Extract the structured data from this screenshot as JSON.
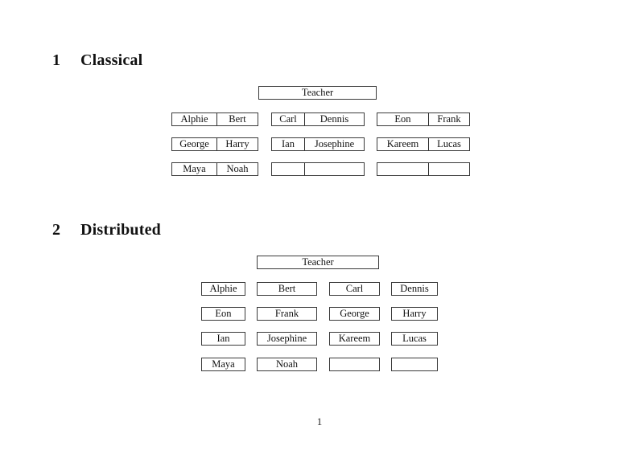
{
  "document": {
    "page_number": "1",
    "sections": [
      {
        "number": "1",
        "title": "Classical",
        "teacher_label": "Teacher",
        "grid": {
          "rows": [
            {
              "boxes": [
                {
                  "cells": [
                    "Alphie",
                    "Bert"
                  ]
                },
                {
                  "cells": [
                    "Carl",
                    "Dennis"
                  ]
                },
                {
                  "cells": [
                    "Eon",
                    "Frank"
                  ]
                }
              ]
            },
            {
              "boxes": [
                {
                  "cells": [
                    "George",
                    "Harry"
                  ]
                },
                {
                  "cells": [
                    "Ian",
                    "Josephine"
                  ]
                },
                {
                  "cells": [
                    "Kareem",
                    "Lucas"
                  ]
                }
              ]
            },
            {
              "boxes": [
                {
                  "cells": [
                    "Maya",
                    "Noah"
                  ]
                },
                {
                  "cells": [
                    "",
                    ""
                  ]
                },
                {
                  "cells": [
                    "",
                    ""
                  ]
                }
              ]
            }
          ]
        }
      },
      {
        "number": "2",
        "title": "Distributed",
        "teacher_label": "Teacher",
        "grid": {
          "rows": [
            {
              "boxes": [
                {
                  "cells": [
                    "Alphie"
                  ]
                },
                {
                  "cells": [
                    "Bert"
                  ]
                },
                {
                  "cells": [
                    "Carl"
                  ]
                },
                {
                  "cells": [
                    "Dennis"
                  ]
                }
              ]
            },
            {
              "boxes": [
                {
                  "cells": [
                    "Eon"
                  ]
                },
                {
                  "cells": [
                    "Frank"
                  ]
                },
                {
                  "cells": [
                    "George"
                  ]
                },
                {
                  "cells": [
                    "Harry"
                  ]
                }
              ]
            },
            {
              "boxes": [
                {
                  "cells": [
                    "Ian"
                  ]
                },
                {
                  "cells": [
                    "Josephine"
                  ]
                },
                {
                  "cells": [
                    "Kareem"
                  ]
                },
                {
                  "cells": [
                    "Lucas"
                  ]
                }
              ]
            },
            {
              "boxes": [
                {
                  "cells": [
                    "Maya"
                  ]
                },
                {
                  "cells": [
                    "Noah"
                  ]
                },
                {
                  "cells": [
                    ""
                  ]
                },
                {
                  "cells": [
                    ""
                  ]
                }
              ]
            }
          ]
        }
      }
    ]
  }
}
